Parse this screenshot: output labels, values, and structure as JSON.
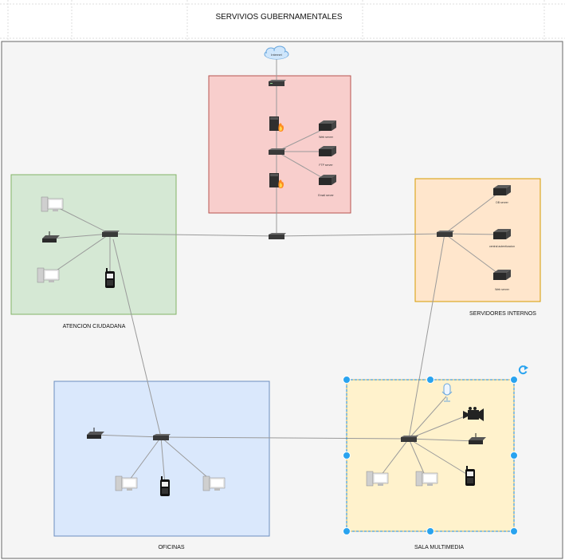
{
  "title": "SERVIVIOS GUBERNAMENTALES",
  "internet_label": "Internet",
  "zones": {
    "atencion": {
      "label": "ATENCION CIUDADANA",
      "fill": "#d5e8d4",
      "stroke": "#82b366"
    },
    "oficinas": {
      "label": "OFICINAS",
      "fill": "#dae8fc",
      "stroke": "#6c8ebf"
    },
    "servidores": {
      "label": "SERVIDORES INTERNOS",
      "fill": "#ffe6cc",
      "stroke": "#d79b00"
    },
    "sala": {
      "label": "SALA MULTIMEDIA",
      "fill": "#fff2cc",
      "stroke": "#d6b656"
    },
    "dmz": {
      "fill": "#f8cecc",
      "stroke": "#b85450"
    }
  },
  "dmz_servers": {
    "web": "Web server",
    "ftp": "FTP server",
    "email": "Email server"
  },
  "internal_servers": {
    "db": "DB server",
    "central": "central autenticacion",
    "web": "Web server"
  },
  "colors": {
    "page": "#f5f5f5",
    "page_border": "#666666",
    "selection": "#1a8ad8",
    "link": "#9a9a9a"
  }
}
